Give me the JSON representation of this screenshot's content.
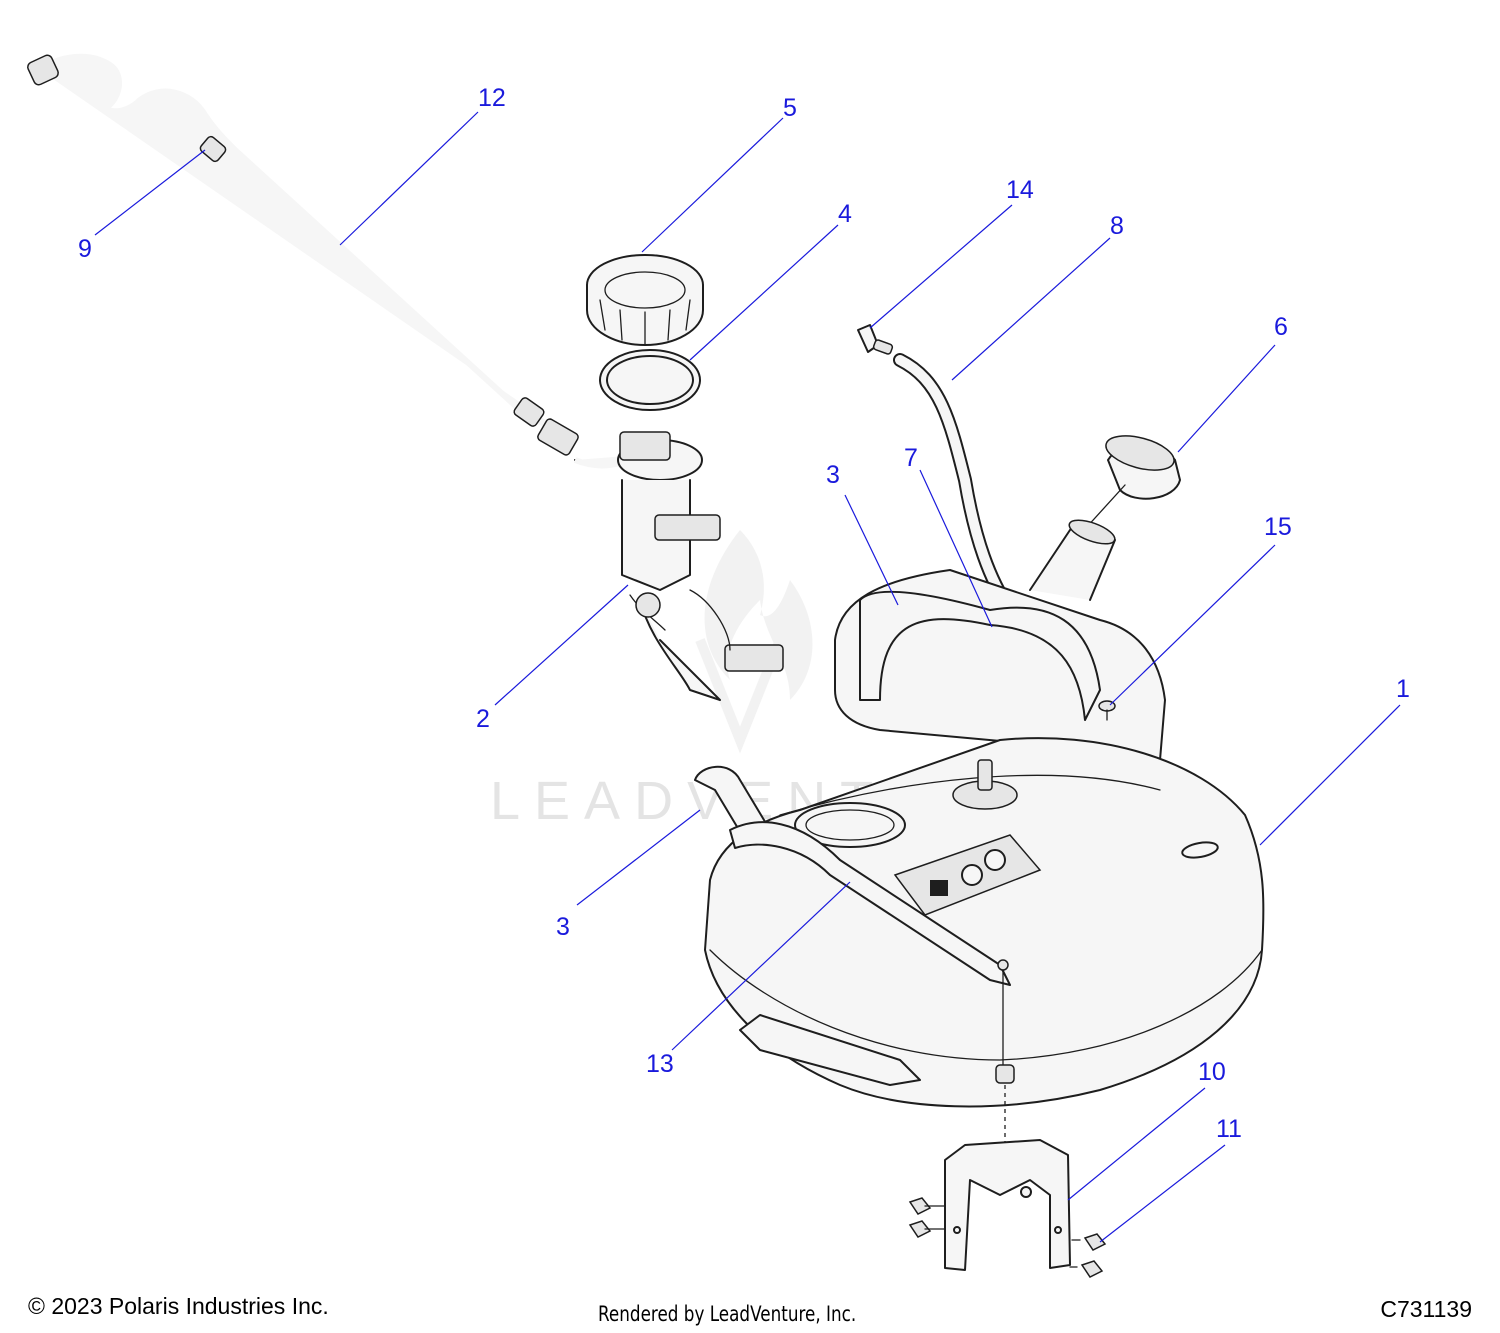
{
  "footer": {
    "copyright": "© 2023 Polaris Industries Inc.",
    "rendered_by": "Rendered by LeadVenture, Inc.",
    "drawing_number": "C731139"
  },
  "watermark": {
    "text": "LEADVENTURE"
  },
  "callouts": [
    {
      "id": "c1",
      "label": "1"
    },
    {
      "id": "c2",
      "label": "2"
    },
    {
      "id": "c3a",
      "label": "3"
    },
    {
      "id": "c3b",
      "label": "3"
    },
    {
      "id": "c4",
      "label": "4"
    },
    {
      "id": "c5",
      "label": "5"
    },
    {
      "id": "c6",
      "label": "6"
    },
    {
      "id": "c7",
      "label": "7"
    },
    {
      "id": "c8",
      "label": "8"
    },
    {
      "id": "c9",
      "label": "9"
    },
    {
      "id": "c10",
      "label": "10"
    },
    {
      "id": "c11",
      "label": "11"
    },
    {
      "id": "c12",
      "label": "12"
    },
    {
      "id": "c13",
      "label": "13"
    },
    {
      "id": "c14",
      "label": "14"
    },
    {
      "id": "c15",
      "label": "15"
    }
  ],
  "colors": {
    "callout": "#1a1adc",
    "linework": "#1e1e1e",
    "part_fill": "#f6f6f6",
    "watermark": "#e4e4e4"
  }
}
